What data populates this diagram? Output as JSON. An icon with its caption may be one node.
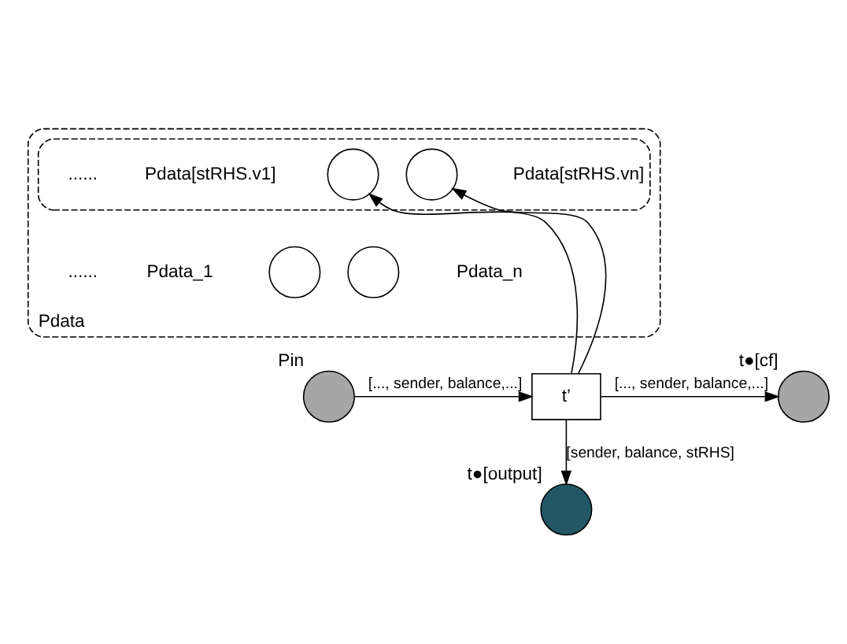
{
  "diagram": {
    "nodes": [
      {
        "text": [
          "Pdata"
        ]
      },
      {
        "text": [],
        "shape": "box",
        "in": 0
      },
      {
        "text": [],
        "shape": "circle",
        "in": 1,
        "beside": [
          "Pdata[stRHS.v1]"
        ]
      },
      {
        "text": [],
        "shape": "circle",
        "in": 1,
        "beside": [
          "Pdata[stRHS.vn]"
        ]
      },
      {
        "text": [],
        "shape": "circle",
        "in": 0,
        "beside": [
          "Pdata_1"
        ]
      },
      {
        "text": [],
        "shape": "circle",
        "in": 0,
        "beside": [
          "Pdata_n"
        ]
      },
      {
        "text": [],
        "shape": "circle",
        "beside": [
          "Pin"
        ]
      },
      {
        "text": [
          "t’"
        ]
      },
      {
        "text": [],
        "shape": "circle",
        "beside": [
          "t●[cf]"
        ]
      },
      {
        "text": [],
        "shape": "circle",
        "beside": [
          "t●[output]"
        ]
      }
    ],
    "edges": [
      {
        "from": 7,
        "to": 2,
        "arrow": "to"
      },
      {
        "from": 7,
        "to": 3,
        "arrow": "to"
      },
      {
        "from": 6,
        "to": 7,
        "arrow": "to",
        "label": "[..., sender, balance,...]"
      },
      {
        "from": 7,
        "to": 8,
        "arrow": "to",
        "label": "[..., sender, balance,...]"
      },
      {
        "from": 7,
        "to": 9,
        "arrow": "to",
        "label": "[sender, balance, stRHS]"
      }
    ],
    "labels": [
      "......",
      "......"
    ]
  }
}
